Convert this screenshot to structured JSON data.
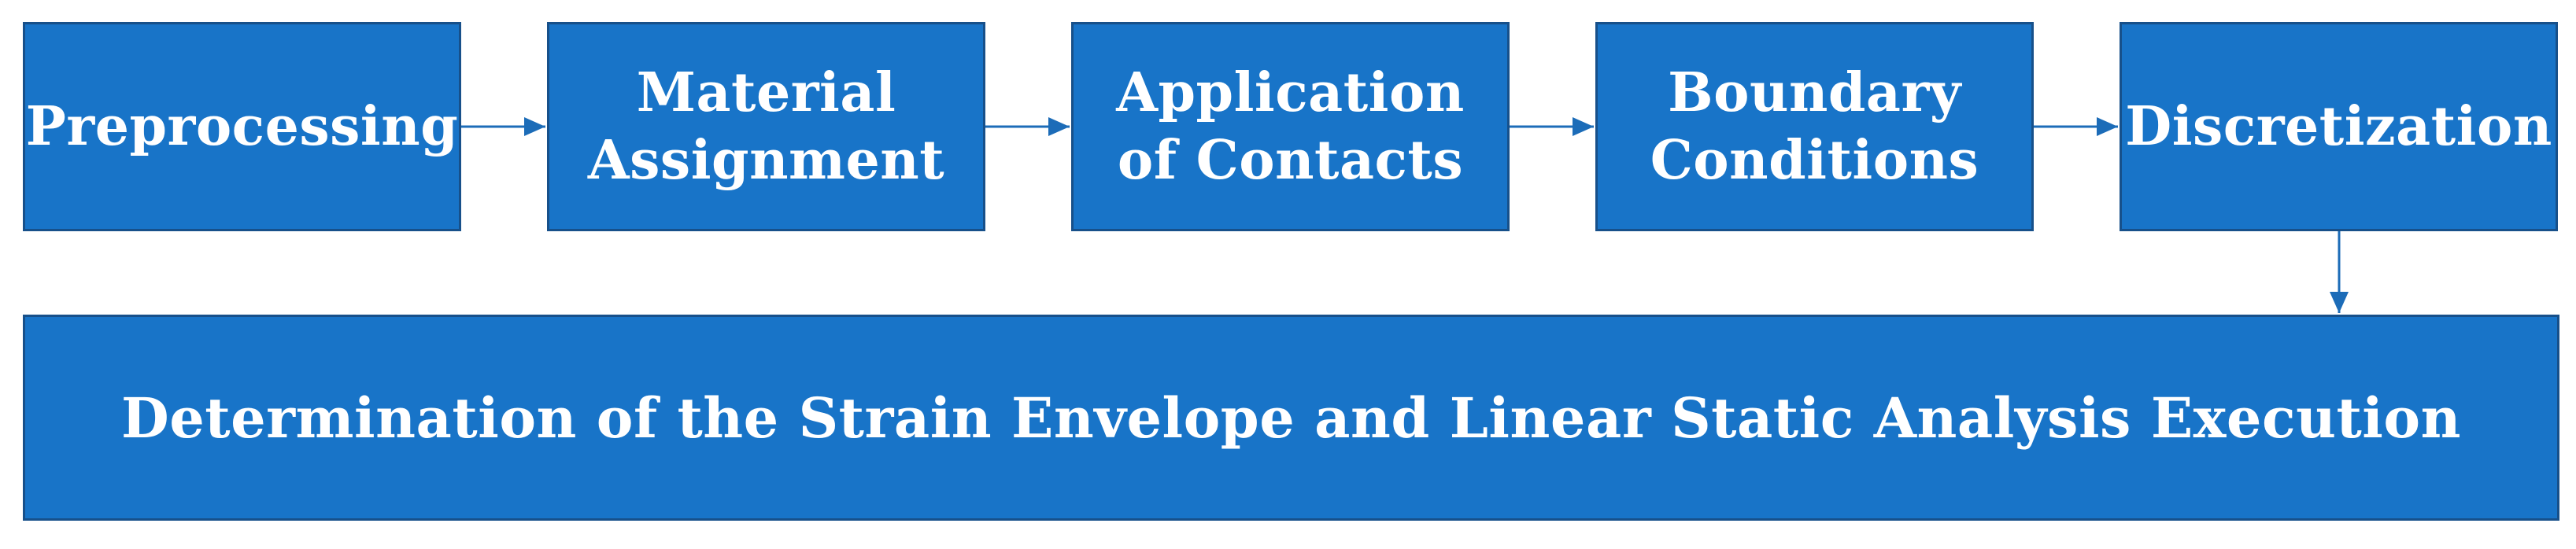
{
  "colors": {
    "box_fill": "#1874c8",
    "box_border": "#17508a",
    "text": "#ffffff",
    "arrow": "#1c6cb8"
  },
  "steps": [
    {
      "label": "Preprocessing"
    },
    {
      "label": "Material\nAssignment"
    },
    {
      "label": "Application\nof Contacts"
    },
    {
      "label": "Boundary\nConditions"
    },
    {
      "label": "Discretization"
    }
  ],
  "final_step": {
    "label": "Determination of the Strain Envelope and Linear Static Analysis Execution"
  }
}
